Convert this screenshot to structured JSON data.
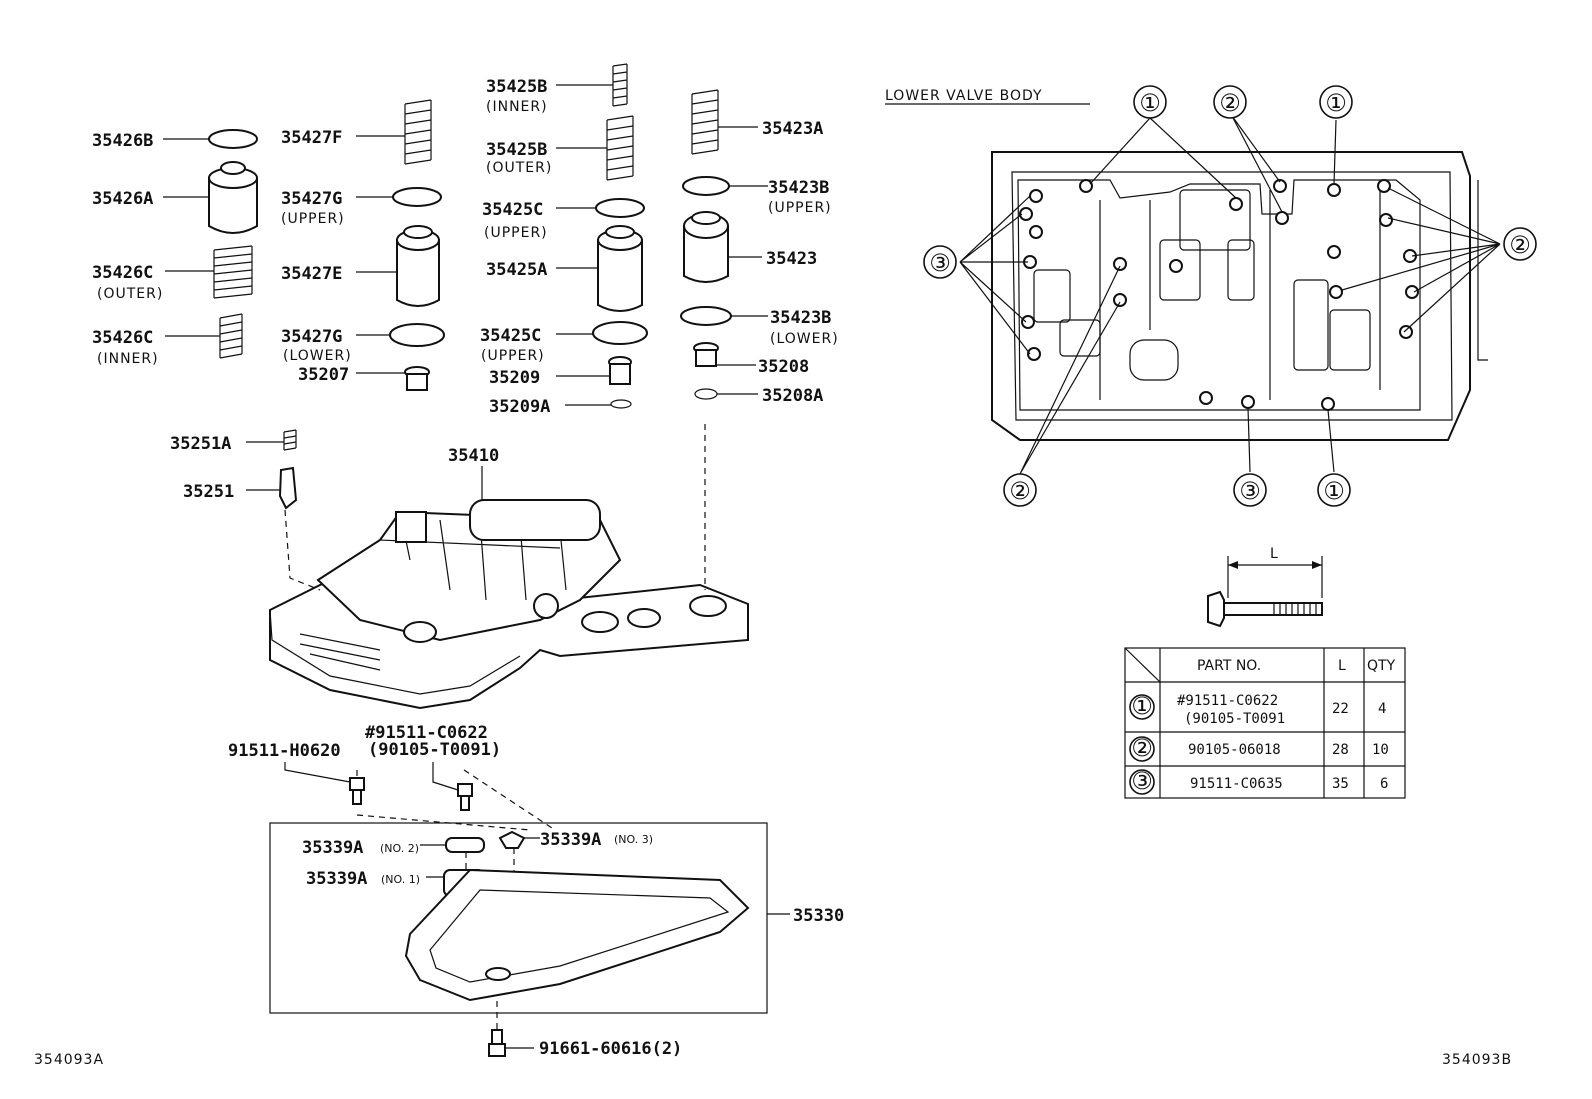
{
  "diagram": {
    "figure_id_left": "354093A",
    "figure_id_right": "354093B",
    "lower_valve_body_title": "LOWER VALVE BODY",
    "callouts": [
      {
        "id": "c35426B",
        "text": "35426B"
      },
      {
        "id": "c35426A",
        "text": "35426A"
      },
      {
        "id": "c35426C_outer",
        "text": "35426C",
        "sub": "(OUTER)"
      },
      {
        "id": "c35426C_inner",
        "text": "35426C",
        "sub": "(INNER)"
      },
      {
        "id": "c35427F",
        "text": "35427F"
      },
      {
        "id": "c35427G_upper",
        "text": "35427G",
        "sub": "(UPPER)"
      },
      {
        "id": "c35427E",
        "text": "35427E"
      },
      {
        "id": "c35427G_lower",
        "text": "35427G",
        "sub": "(LOWER)"
      },
      {
        "id": "c35207",
        "text": "35207"
      },
      {
        "id": "c35425B_inner",
        "text": "35425B",
        "sub": "(INNER)"
      },
      {
        "id": "c35425B_outer",
        "text": "35425B",
        "sub": "(OUTER)"
      },
      {
        "id": "c35425C_upper",
        "text": "35425C",
        "sub": "(UPPER)"
      },
      {
        "id": "c35425A",
        "text": "35425A"
      },
      {
        "id": "c35425C_lower",
        "text": "35425C",
        "sub": "(UPPER)"
      },
      {
        "id": "c35209",
        "text": "35209"
      },
      {
        "id": "c35209A",
        "text": "35209A"
      },
      {
        "id": "c35423A",
        "text": "35423A"
      },
      {
        "id": "c35423B_upper",
        "text": "35423B",
        "sub": "(UPPER)"
      },
      {
        "id": "c35423",
        "text": "35423"
      },
      {
        "id": "c35423B_lower",
        "text": "35423B",
        "sub": "(LOWER)"
      },
      {
        "id": "c35208",
        "text": "35208"
      },
      {
        "id": "c35208A",
        "text": "35208A"
      },
      {
        "id": "c35251A",
        "text": "35251A"
      },
      {
        "id": "c35251",
        "text": "35251"
      },
      {
        "id": "c35410",
        "text": "35410"
      },
      {
        "id": "c91511H0620",
        "text": "91511-H0620"
      },
      {
        "id": "c91511C0622",
        "text": "#91511-C0622",
        "sub": "(90105-T0091)"
      },
      {
        "id": "c35339A_no2",
        "text": "35339A",
        "sub": "(NO. 2)"
      },
      {
        "id": "c35339A_no3",
        "text": "35339A",
        "sub": "(NO. 3)"
      },
      {
        "id": "c35339A_no1",
        "text": "35339A",
        "sub": "(NO. 1)"
      },
      {
        "id": "c35330",
        "text": "35330"
      },
      {
        "id": "c91661",
        "text": "91661-60616(2)"
      }
    ],
    "bolt_markers": [
      "①",
      "②",
      "③"
    ],
    "dimension_label": "L"
  },
  "bolt_table": {
    "headers": [
      "PART NO.",
      "L",
      "QTY"
    ],
    "rows": [
      {
        "marker": "①",
        "part_no": "#91511-C0622",
        "part_no_alt": "(90105-T0091",
        "l": "22",
        "qty": "4"
      },
      {
        "marker": "②",
        "part_no": "90105-06018",
        "part_no_alt": "",
        "l": "28",
        "qty": "10"
      },
      {
        "marker": "③",
        "part_no": "91511-C0635",
        "part_no_alt": "",
        "l": "35",
        "qty": "6"
      }
    ]
  }
}
